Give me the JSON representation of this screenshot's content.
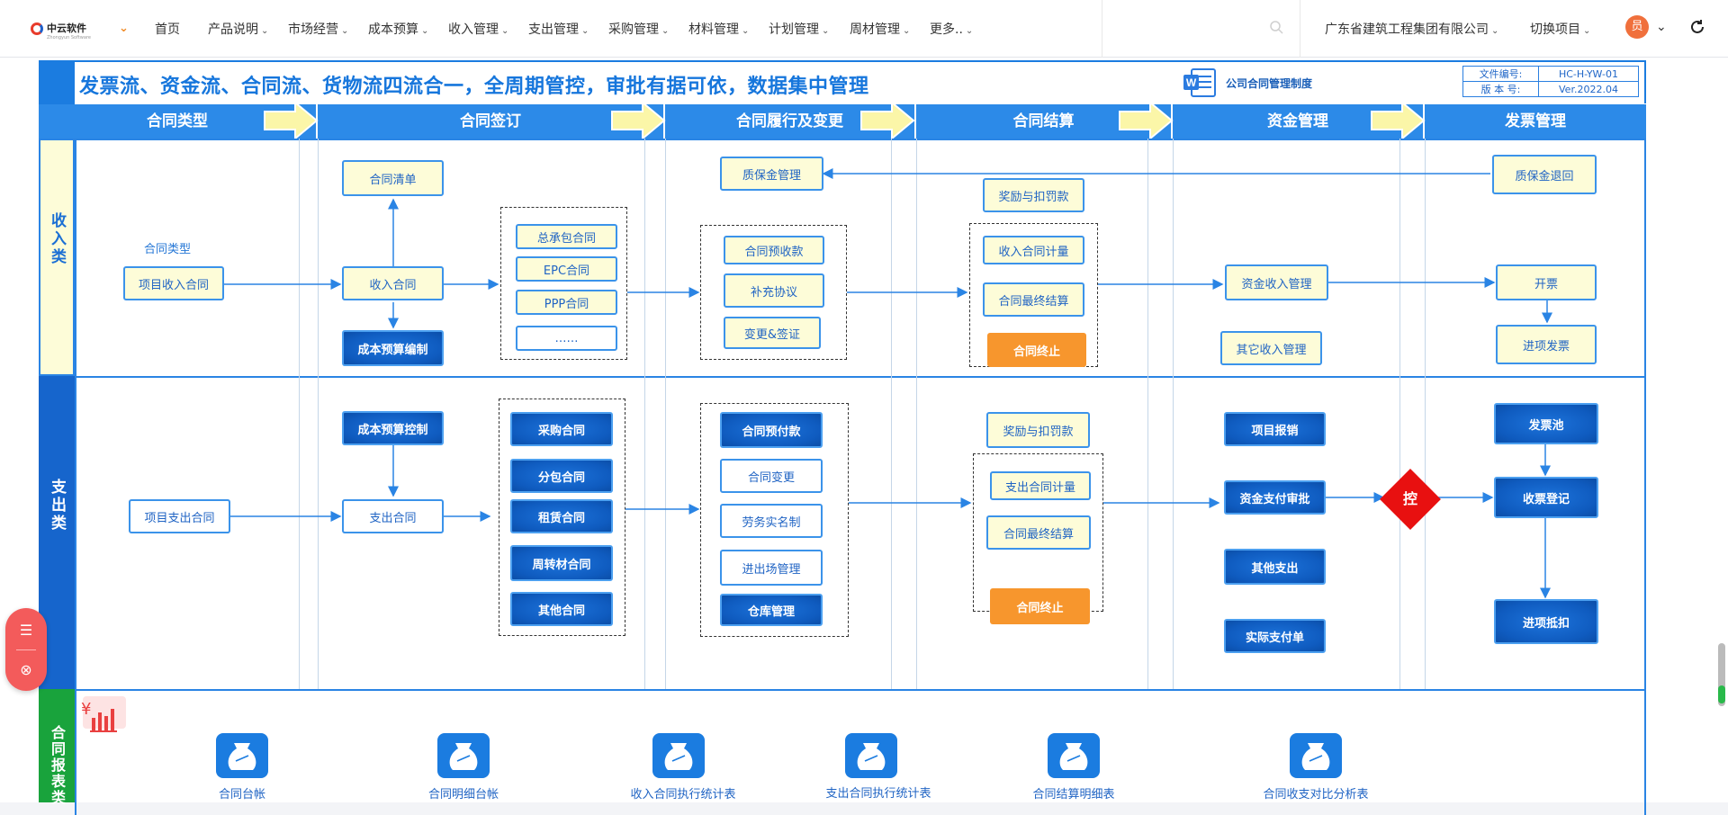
{
  "topbar": {
    "logo_text": "中云软件",
    "logo_sub": "Zhongyun Software",
    "nav": [
      {
        "label": "首页",
        "caret": ""
      },
      {
        "label": "产品说明",
        "caret": "⌄"
      },
      {
        "label": "市场经营",
        "caret": "⌄"
      },
      {
        "label": "成本预算",
        "caret": "⌄"
      },
      {
        "label": "收入管理",
        "caret": "⌄"
      },
      {
        "label": "支出管理",
        "caret": "⌄"
      },
      {
        "label": "采购管理",
        "caret": "⌄"
      },
      {
        "label": "材料管理",
        "caret": "⌄"
      },
      {
        "label": "计划管理",
        "caret": "⌄"
      },
      {
        "label": "周材管理",
        "caret": "⌄"
      },
      {
        "label": "更多..",
        "caret": "⌄"
      }
    ],
    "company": "广东省建筑工程集团有限公司",
    "switch_project": "切换项目",
    "avatar": "员"
  },
  "diagram": {
    "title": "发票流、资金流、合同流、货物流四流合一，全周期管控，审批有据可依，数据集中管理",
    "doc_link": "公司合同管理制度",
    "doc_no_label": "文件编号:",
    "doc_no": "HC-H-YW-01",
    "version_label": "版 本 号:",
    "version": "Ver.2022.04",
    "columns": [
      "合同类型",
      "合同签订",
      "合同履行及变更",
      "合同结算",
      "资金管理",
      "发票管理"
    ],
    "rows": [
      "收入类",
      "支出类",
      "合同报表类"
    ],
    "income": {
      "contract_type_label": "合同类型",
      "project_income_contract": "项目收入合同",
      "contract_list": "合同清单",
      "income_contract": "收入合同",
      "cost_budget": "成本预算编制",
      "signed_types": [
        "总承包合同",
        "EPC合同",
        "PPP合同",
        "……"
      ],
      "deposit_mgmt": "质保金管理",
      "performance": [
        "合同预收款",
        "补充协议",
        "变更&签证"
      ],
      "reward_penalty": "奖励与扣罚款",
      "settle": [
        "收入合同计量",
        "合同最终结算"
      ],
      "terminate": "合同终止",
      "fund_income": "资金收入管理",
      "other_income": "其它收入管理",
      "deposit_return": "质保金退回",
      "invoice": "开票",
      "input_invoice": "进项发票"
    },
    "expense": {
      "project_expense_contract": "项目支出合同",
      "cost_budget_control": "成本预算控制",
      "expense_contract": "支出合同",
      "signed_types": [
        "采购合同",
        "分包合同",
        "租赁合同",
        "周转材合同",
        "其他合同"
      ],
      "performance": [
        "合同预付款",
        "合同变更",
        "劳务实名制",
        "进出场管理",
        "仓库管理"
      ],
      "reward_penalty": "奖励与扣罚款",
      "settle": [
        "支出合同计量",
        "合同最终结算"
      ],
      "terminate": "合同终止",
      "project_reimburse": "项目报销",
      "fund_pay_approval": "资金支付审批",
      "other_expense": "其他支出",
      "actual_pay": "实际支付单",
      "control": "控",
      "invoice_pool": "发票池",
      "receipt_register": "收票登记",
      "input_deduct": "进项抵扣"
    },
    "reports": [
      "合同台帐",
      "合同明细台帐",
      "收入合同执行统计表",
      "支出合同执行统计表",
      "合同结算明细表",
      "合同收支对比分析表"
    ]
  }
}
